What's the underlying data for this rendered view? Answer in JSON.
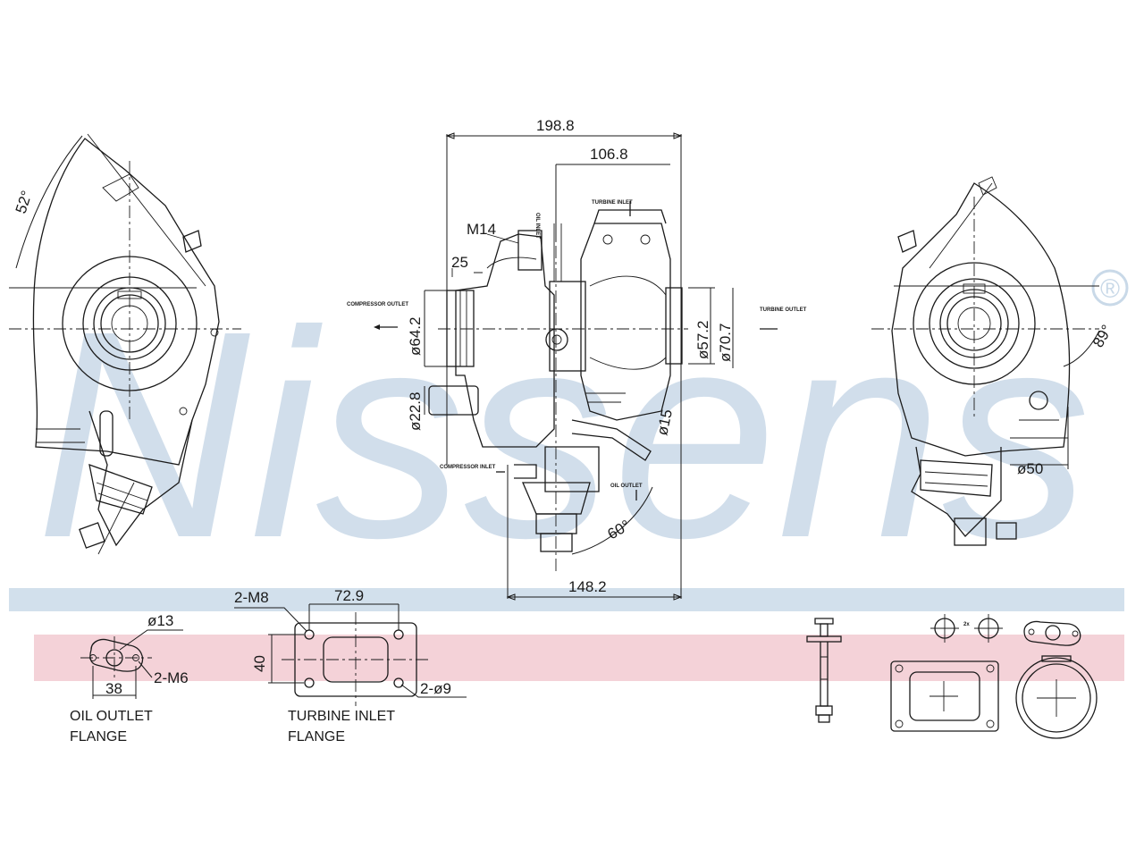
{
  "brand": {
    "watermark": "Nissens",
    "registered_mark": "®",
    "watermark_color": "#c9d9e8",
    "band_blue_color": "#d2e0ec",
    "band_red_color": "#f4d2d8",
    "line_color": "#1a1a1a"
  },
  "dimensions": {
    "overall_width": "198.8",
    "width_106": "106.8",
    "width_148": "148.2",
    "thread_m14": "M14",
    "dim_25": "25",
    "dia_64": "ø64.2",
    "dia_22": "ø22.8",
    "dia_57": "ø57.2",
    "dia_70": "ø70.7",
    "dia_15": "ø15",
    "dia_50": "ø50",
    "angle_60": "60°",
    "angle_52": "52°",
    "angle_89": "89°"
  },
  "ports": {
    "compressor_outlet": "COMPRESSOR OUTLET",
    "turbine_outlet": "TURBINE OUTLET",
    "turbine_inlet": "TURBINE INLET",
    "oil_inlet": "OIL INLET",
    "compressor_inlet": "COMPRESSOR INLET",
    "oil_outlet": "OIL OUTLET"
  },
  "oil_flange": {
    "dia_13": "ø13",
    "thread": "2-M6",
    "spacing": "38",
    "title_line1": "OIL  OUTLET",
    "title_line2": "FLANGE"
  },
  "turbine_flange": {
    "thread": "2-M8",
    "width": "72.9",
    "height": "40",
    "holes": "2-ø9",
    "title_line1": "TURBINE  INLET",
    "title_line2": "FLANGE"
  }
}
